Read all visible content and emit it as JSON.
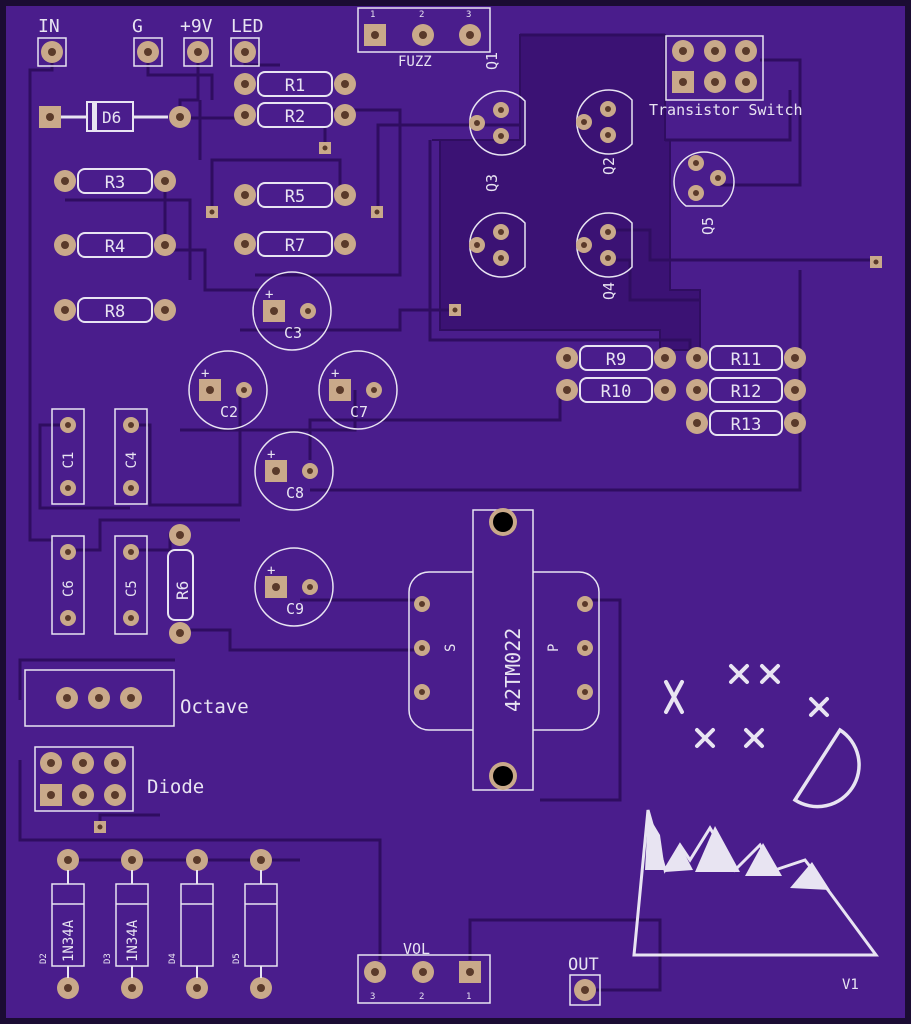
{
  "colors": {
    "board": "#4a1d8c",
    "border": "#1b0c33",
    "pour": "#3b1274",
    "trace": "#2f0d60",
    "silk": "#e8e4f2",
    "pad": "#c9a98a",
    "hole": "#5a3a2a"
  },
  "header_labels": {
    "in": "IN",
    "g": "G",
    "v9": "+9V",
    "led": "LED",
    "fuzz": "FUZZ",
    "fuzz_pins": [
      "1",
      "2",
      "3"
    ],
    "transistor_switch": "Transistor Switch",
    "octave": "Octave",
    "diode": "Diode",
    "vol": "VOL",
    "vol_pins": [
      "3",
      "2",
      "1"
    ],
    "out": "OUT",
    "version": "V1"
  },
  "resistors": [
    "R1",
    "R2",
    "R3",
    "R4",
    "R5",
    "R7",
    "R8",
    "R9",
    "R10",
    "R11",
    "R12",
    "R13",
    "R6"
  ],
  "capacitors_film": [
    "C1",
    "C4",
    "C6",
    "C5"
  ],
  "capacitors_electrolytic": [
    "C3",
    "C2",
    "C7",
    "C8",
    "C9"
  ],
  "transistors": [
    "Q1",
    "Q2",
    "Q3",
    "Q4",
    "Q5"
  ],
  "diodes": {
    "d6": "D6",
    "small": [
      "D2",
      "D3",
      "D4",
      "D5"
    ],
    "part_number": "1N34A"
  },
  "transformer": {
    "part": "42TM022",
    "secondary": "S",
    "primary": "P"
  },
  "marks": {
    "plus": "+"
  }
}
